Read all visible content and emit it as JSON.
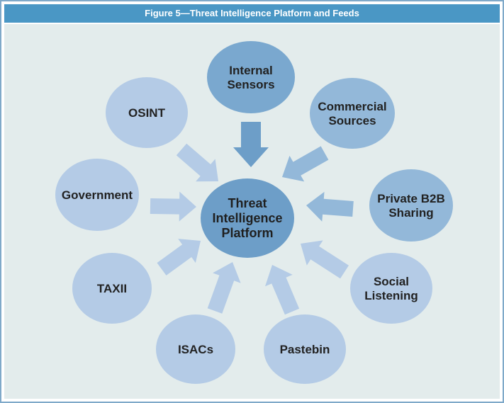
{
  "title": "Figure 5—Threat Intelligence Platform and Feeds",
  "colors": {
    "header": "#4a97c5",
    "background": "#e3ecec",
    "center_node": "#6d9ec8",
    "strong_node": "#7aa8cf",
    "medium_node": "#93b8d9",
    "light_node": "#b4cbe6",
    "strong_arrow": "#6d9ec8",
    "light_arrow": "#b4cbe6"
  },
  "center": {
    "lines": [
      "Threat",
      "Intelligence",
      "Platform"
    ]
  },
  "feeds": [
    {
      "id": "internal-sensors",
      "lines": [
        "Internal",
        "Sensors"
      ],
      "tone": "strong"
    },
    {
      "id": "commercial-sources",
      "lines": [
        "Commercial",
        "Sources"
      ],
      "tone": "medium"
    },
    {
      "id": "private-b2b-sharing",
      "lines": [
        "Private B2B",
        "Sharing"
      ],
      "tone": "medium"
    },
    {
      "id": "social-listening",
      "lines": [
        "Social",
        "Listening"
      ],
      "tone": "light"
    },
    {
      "id": "pastebin",
      "lines": [
        "Pastebin"
      ],
      "tone": "light"
    },
    {
      "id": "isacs",
      "lines": [
        "ISACs"
      ],
      "tone": "light"
    },
    {
      "id": "taxii",
      "lines": [
        "TAXII"
      ],
      "tone": "light"
    },
    {
      "id": "government",
      "lines": [
        "Government"
      ],
      "tone": "light"
    },
    {
      "id": "osint",
      "lines": [
        "OSINT"
      ],
      "tone": "light"
    }
  ]
}
